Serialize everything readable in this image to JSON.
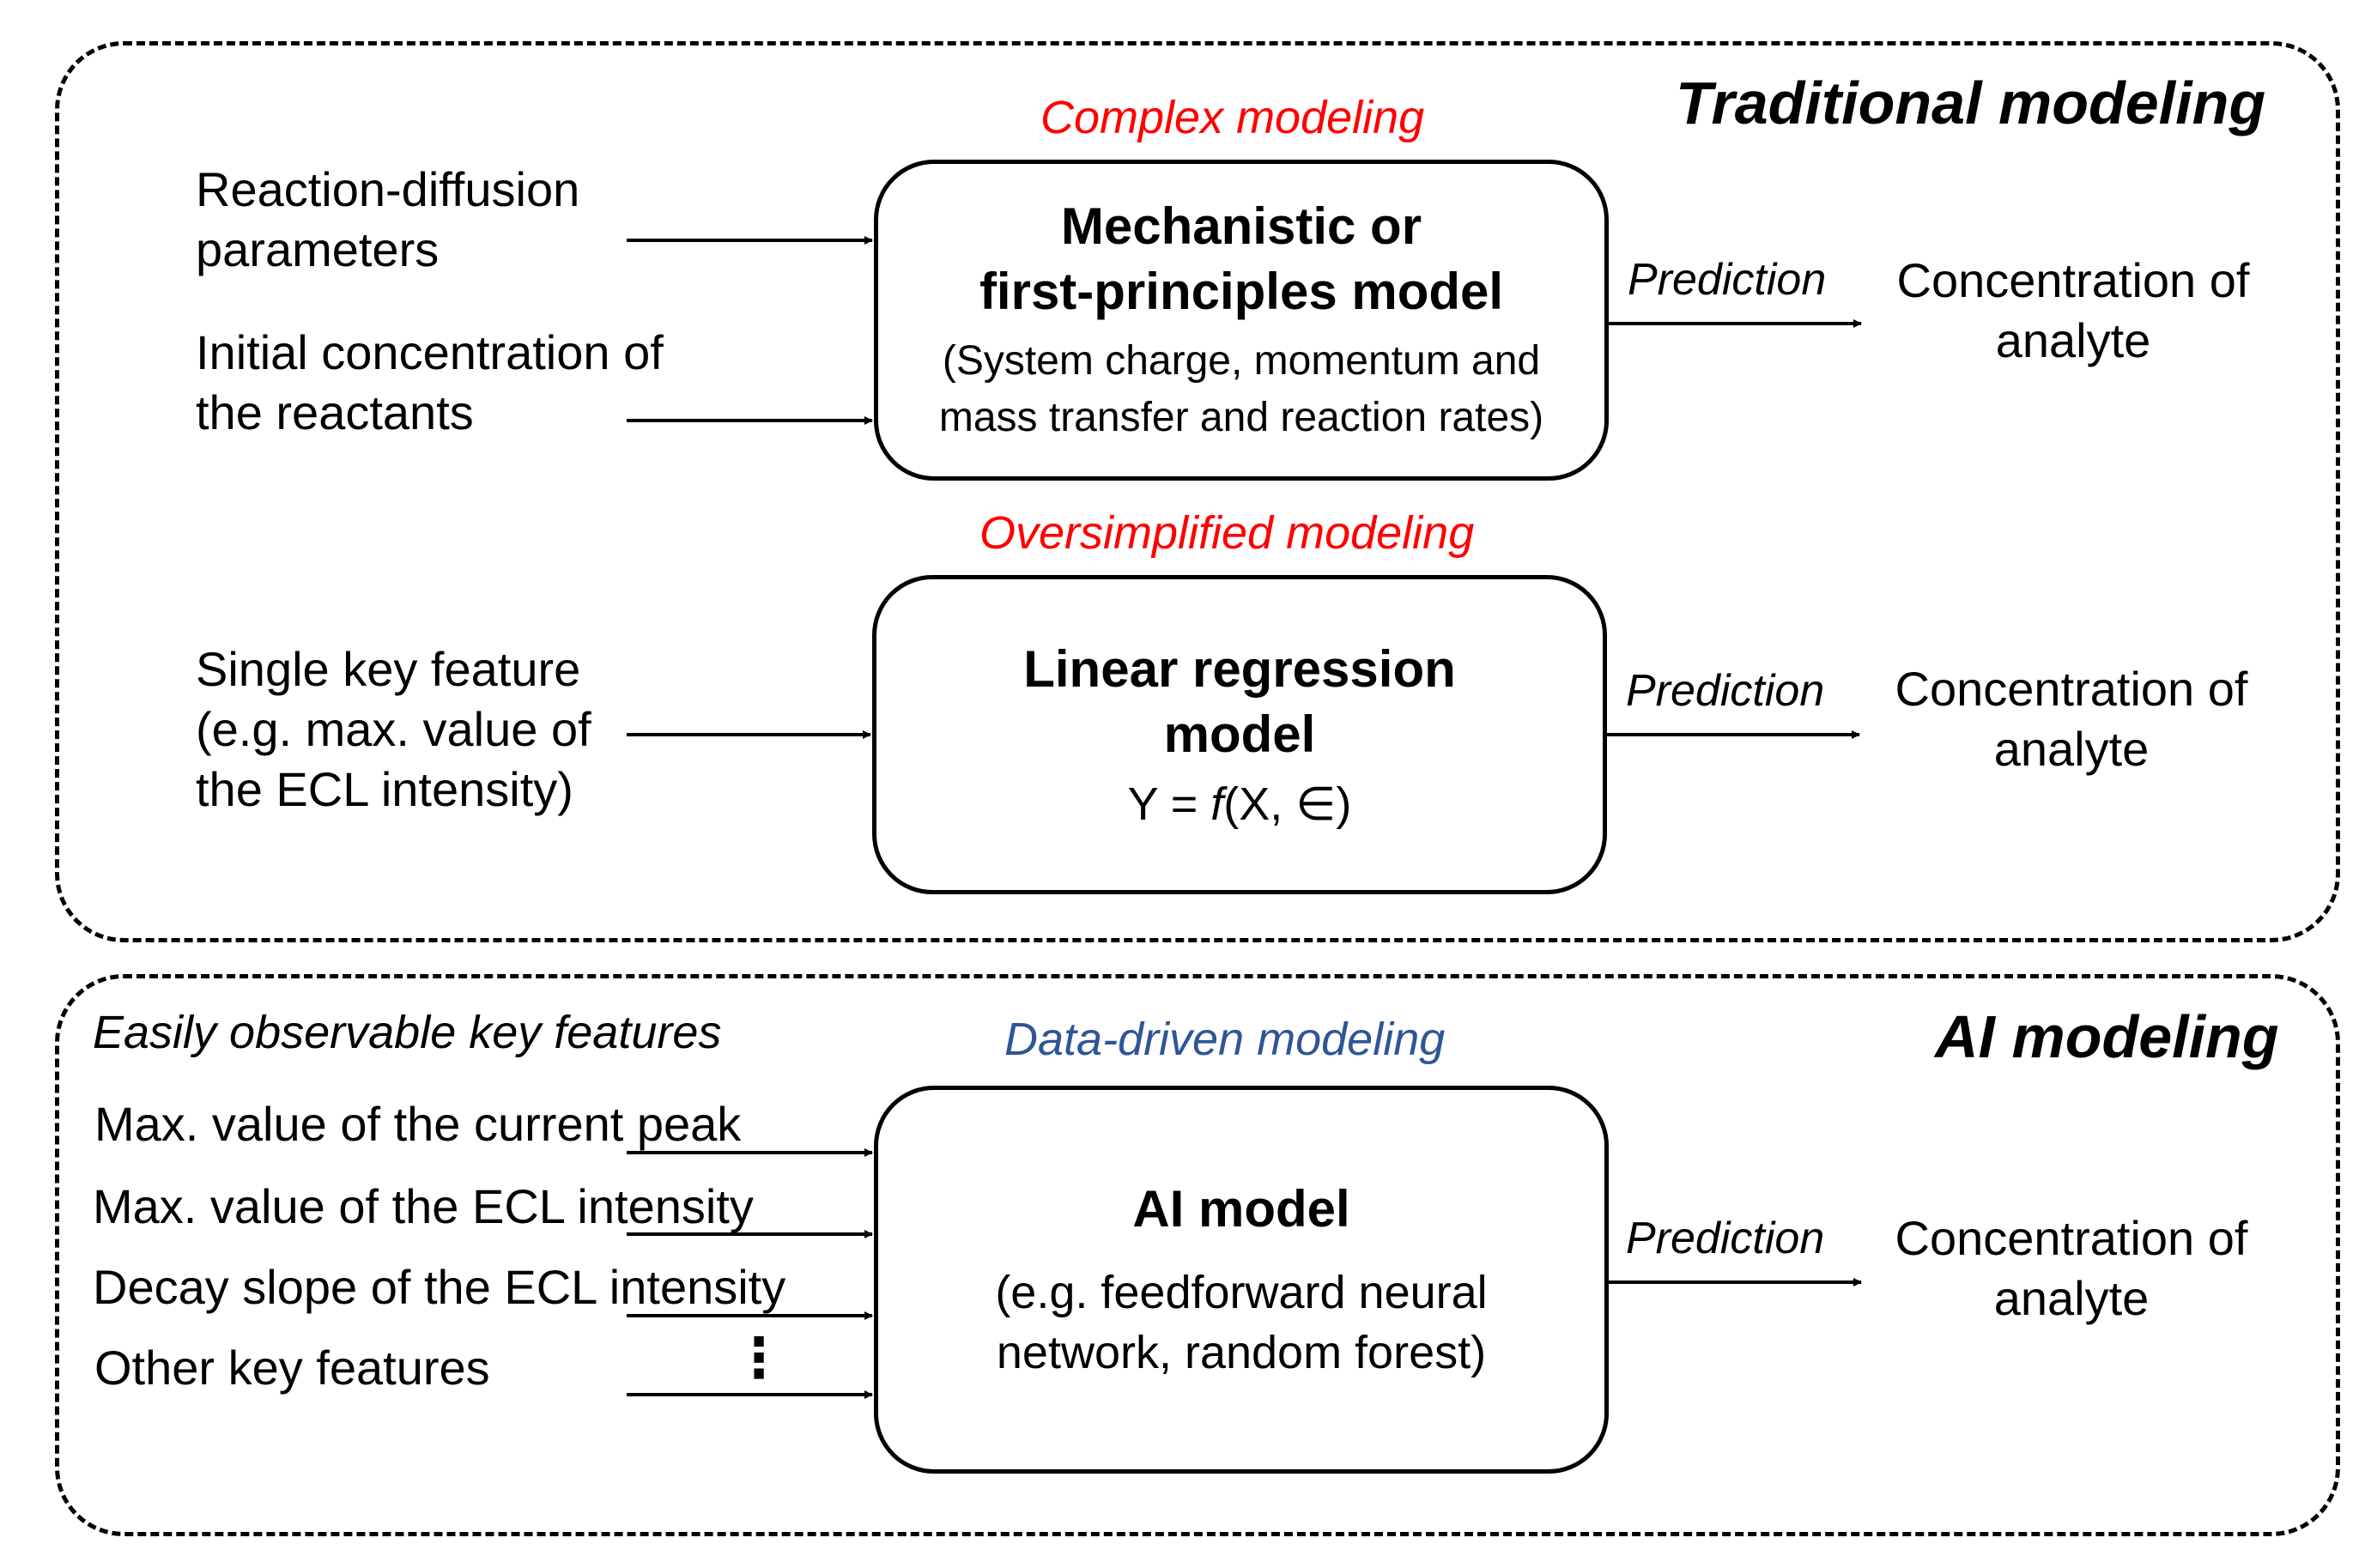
{
  "traditional": {
    "title": "Traditional modeling",
    "mechanistic": {
      "annotation": "Complex modeling",
      "inputs": [
        [
          "Reaction-diffusion",
          "parameters"
        ],
        [
          "Initial concentration of",
          "the reactants"
        ]
      ],
      "box_title": [
        "Mechanistic or",
        "first-principles model"
      ],
      "box_subtitle": [
        "(System charge, momentum and",
        "mass transfer and reaction rates)"
      ],
      "prediction_label": "Prediction",
      "output": [
        "Concentration of",
        "analyte"
      ]
    },
    "linear": {
      "annotation": "Oversimplified modeling",
      "input": [
        "Single key feature",
        "(e.g. max. value of",
        "the ECL intensity)"
      ],
      "box_title": [
        "Linear regression",
        "model"
      ],
      "equation": {
        "lhs": "Y = ",
        "func": "f",
        "rhs": "(X, ∈)"
      },
      "prediction_label": "Prediction",
      "output": [
        "Concentration of",
        "analyte"
      ]
    }
  },
  "ai": {
    "title": "AI modeling",
    "annotation": "Data-driven modeling",
    "features_heading": "Easily observable key features",
    "features": [
      "Max. value of the current peak",
      "Max. value of the ECL intensity",
      "Decay slope of the ECL intensity",
      "Other key features"
    ],
    "ellipsis": "⋮",
    "box_title": "AI model",
    "box_subtitle": [
      "(e.g. feedforward neural",
      "network, random forest)"
    ],
    "prediction_label": "Prediction",
    "output": [
      "Concentration of",
      "analyte"
    ]
  }
}
